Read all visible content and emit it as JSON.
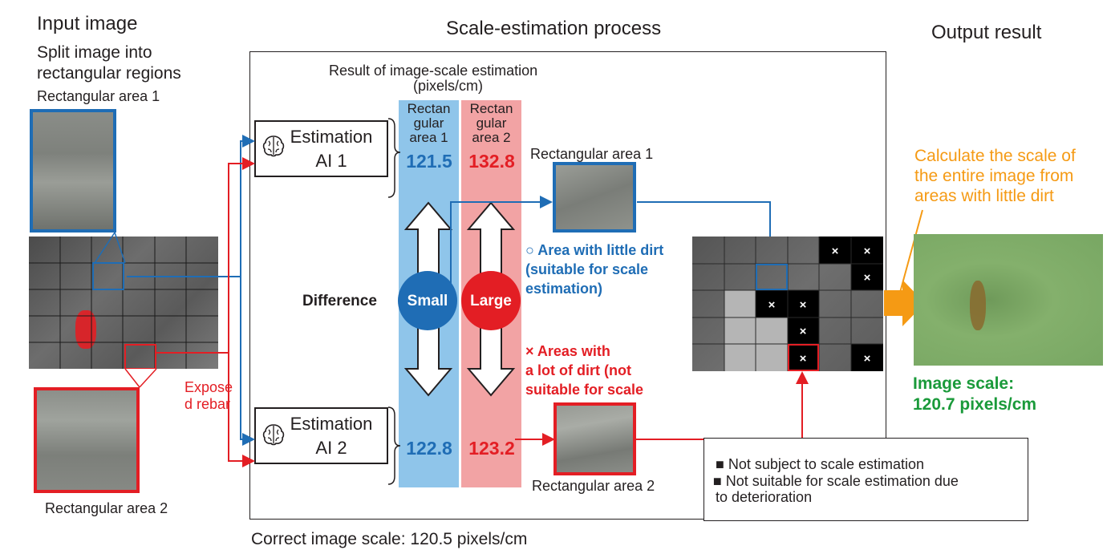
{
  "headers": {
    "input_image": "Input image",
    "process": "Scale-estimation process",
    "output": "Output result"
  },
  "input": {
    "split_line1": "Split image into",
    "split_line2": "rectangular regions",
    "area1_label": "Rectangular area 1",
    "area2_label": "Rectangular area 2",
    "exposed_line1": "Expose",
    "exposed_line2": "d rebar"
  },
  "process": {
    "result_line1": "Result of image-scale estimation",
    "result_line2": "(pixels/cm)",
    "col1_head": [
      "Rectan",
      "gular",
      "area 1"
    ],
    "col2_head": [
      "Rectan",
      "gular",
      "area 2"
    ],
    "ai1_line1": "Estimation",
    "ai1_line2": "AI 1",
    "ai2_line1": "Estimation",
    "ai2_line2": "AI 2",
    "ai1_val_area1": "121.5",
    "ai1_val_area2": "132.8",
    "ai2_val_area1": "122.8",
    "ai2_val_area2": "123.2",
    "difference": "Difference",
    "small": "Small",
    "large": "Large",
    "crop1_label": "Rectangular area 1",
    "crop2_label": "Rectangular area 2",
    "little_dirt_line1": "○ Area with little dirt",
    "little_dirt_line2": "(suitable for scale",
    "little_dirt_line3": "estimation)",
    "lot_dirt_line1": "× Areas with",
    "lot_dirt_line2": "a lot of dirt (not",
    "lot_dirt_line3": "suitable for scale",
    "correct_scale": "Correct image scale: 120.5 pixels/cm"
  },
  "legend": {
    "item1": "■ Not subject to scale estimation",
    "item2_line1": "■ Not suitable for scale estimation due",
    "item2_line2": "to deterioration"
  },
  "output": {
    "calc_line1": "Calculate the scale of",
    "calc_line2": "the entire image from",
    "calc_line3": "areas with little dirt",
    "scale_line1": "Image scale:",
    "scale_line2": "120.7 pixels/cm"
  },
  "colors": {
    "blue": "#1f6db5",
    "red": "#e31e24",
    "green": "#1a9a3a",
    "orange": "#f59a14",
    "col1_bg": "#8fc5ea",
    "col2_bg": "#f2a3a4"
  }
}
